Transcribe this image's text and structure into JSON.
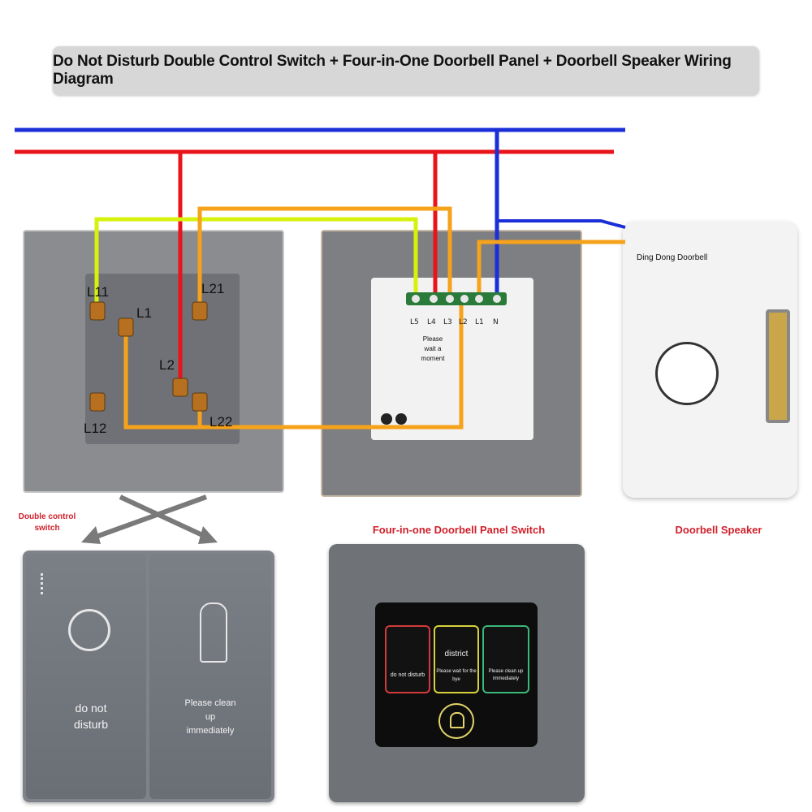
{
  "title": "Do Not Disturb Double Control Switch + Four-in-One Doorbell Panel + Doorbell Speaker Wiring Diagram",
  "colors": {
    "live": "#e8141a",
    "neutral": "#1b2fd8",
    "yellow_green": "#d6f20c",
    "orange": "#f6a21a",
    "caption": "#d0202a"
  },
  "double_switch": {
    "terminals": {
      "l11": "L11",
      "l1": "L1",
      "l21": "L21",
      "l2": "L2",
      "l12": "L12",
      "l22": "L22"
    },
    "caption_line1": "Double control",
    "caption_line2": "switch"
  },
  "doorbell_panel": {
    "terminals": [
      "L5",
      "L4",
      "L3",
      "L2",
      "L1",
      "N"
    ],
    "module_text": "Please wait a moment",
    "caption": "Four-in-one Doorbell Panel Switch"
  },
  "speaker": {
    "brand_label": "Ding Dong Doorbell",
    "caption": "Doorbell Speaker"
  },
  "front_switch": {
    "left_key": "do not disturb",
    "right_key_line1": "Please clean",
    "right_key_line2": "up",
    "right_key_line3": "immediately"
  },
  "front_panel": {
    "tile_dnd": "do not disturb",
    "tile_district": "district",
    "tile_wait": "Please wait for the",
    "tile_wait2": "bye",
    "tile_clean": "Please clean up",
    "tile_clean2": "immediately"
  }
}
